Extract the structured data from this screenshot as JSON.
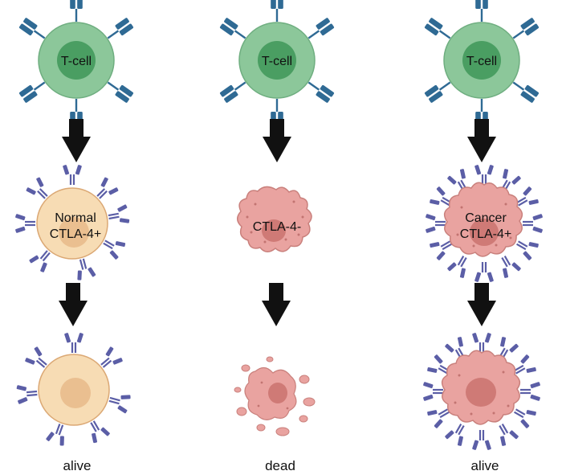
{
  "columns": [
    {
      "tcell_label": "T-cell",
      "target_label_lines": [
        "Normal",
        "CTLA-4+"
      ],
      "outcome": "alive"
    },
    {
      "tcell_label": "T-cell",
      "target_label_lines": [
        "CTLA-4-"
      ],
      "outcome": "dead"
    },
    {
      "tcell_label": "T-cell",
      "target_label_lines": [
        "Cancer",
        "CTLA-4+"
      ],
      "outcome": "alive"
    }
  ],
  "colors": {
    "tcell_fill": "#8cc79a",
    "tcell_nucleus": "#4a9e62",
    "tcell_receptor": "#2f6a94",
    "normal_fill": "#f7dcb4",
    "normal_nucleus": "#eabf90",
    "tumor_fill": "#e9a3a0",
    "tumor_nucleus": "#cf7a76",
    "antibody": "#5b5ea6",
    "arrow": "#111111"
  }
}
